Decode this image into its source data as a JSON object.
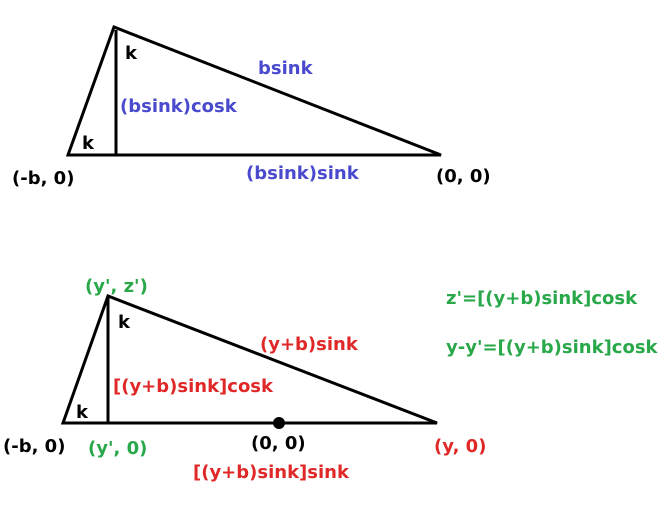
{
  "colors": {
    "line": "#000000",
    "label_black": "#000000",
    "label_blue": "#4a4acf",
    "label_red": "#e02828",
    "label_green": "#29a84a"
  },
  "top_triangle": {
    "angle_apex": "k",
    "angle_base": "k",
    "hypotenuse": "bsink",
    "height": "(bsink)cosk",
    "base_segment": "(bsink)sink",
    "left_point": "(-b, 0)",
    "origin": "(0, 0)"
  },
  "bottom_triangle": {
    "apex_point": "(y', z')",
    "angle_apex": "k",
    "angle_base": "k",
    "hypotenuse": "(y+b)sink",
    "height": "[(y+b)sink]cosk",
    "left_point": "(-b, 0)",
    "foot_point": "(y', 0)",
    "origin": "(0, 0)",
    "right_point": "(y, 0)",
    "base_segment": "[(y+b)sink]sink"
  },
  "equations": {
    "z_prime": "z'=[(y+b)sink]cosk",
    "y_diff": "y-y'=[(y+b)sink]cosk"
  }
}
